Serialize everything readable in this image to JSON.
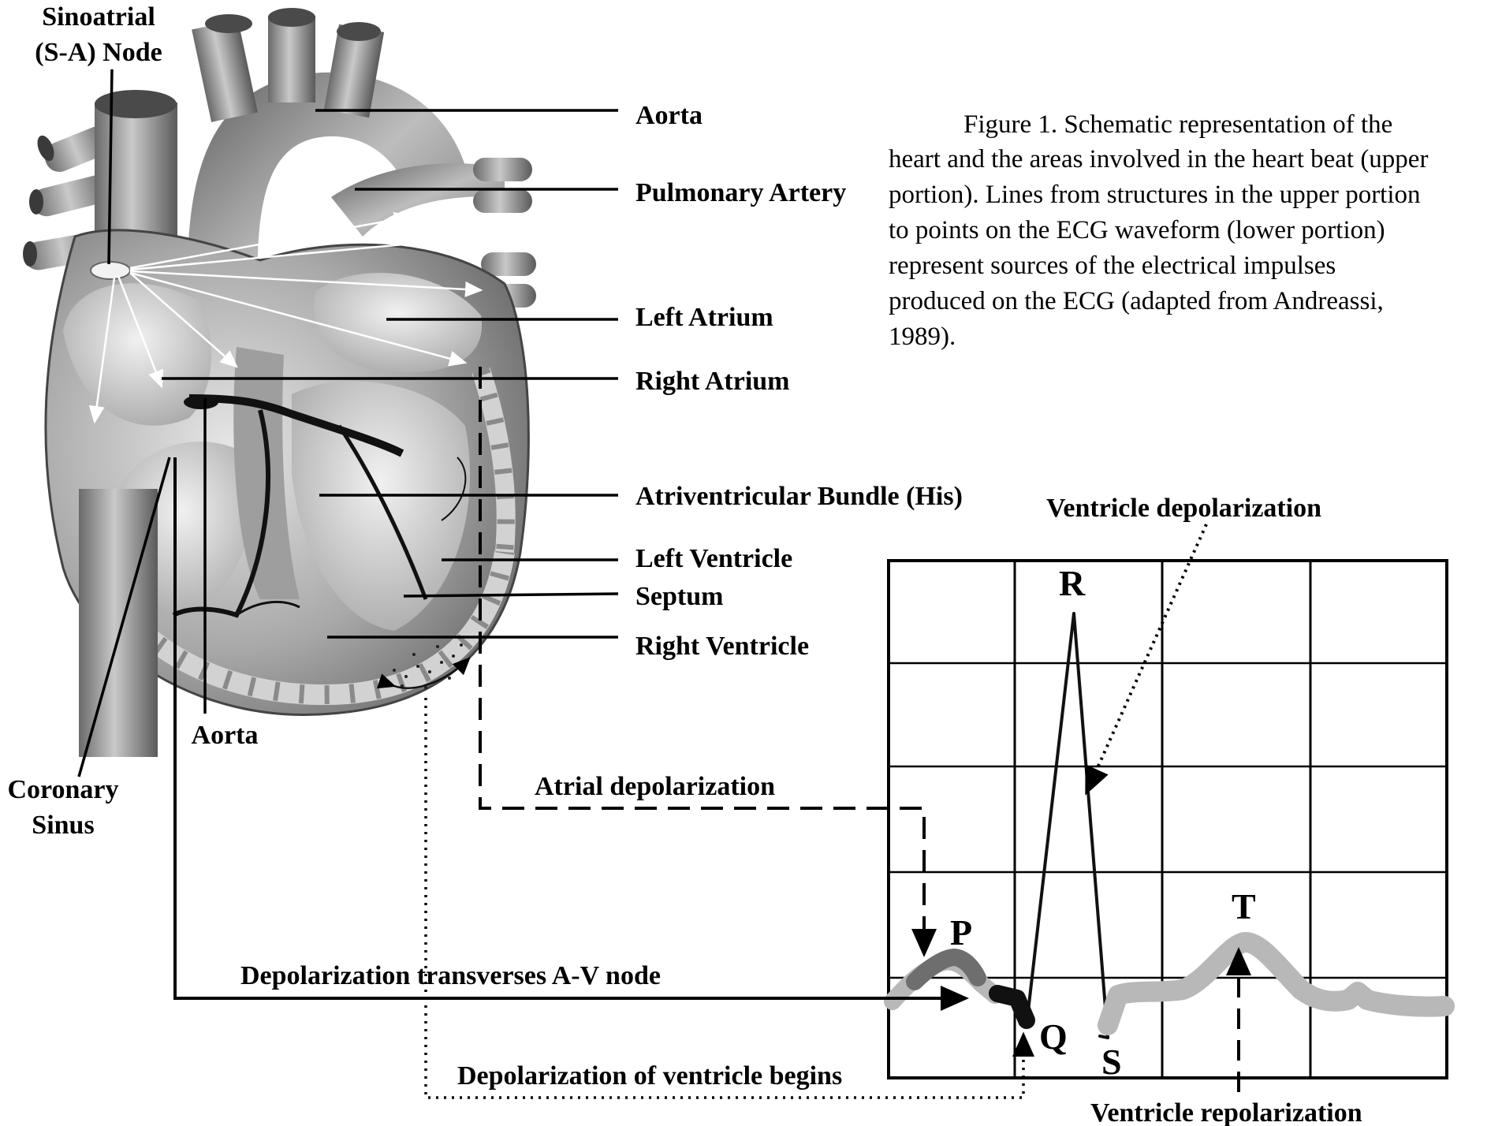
{
  "heart_labels": {
    "sa_node_line1": "Sinoatrial",
    "sa_node_line2": "(S-A) Node",
    "aorta": "Aorta",
    "pulmonary_artery": "Pulmonary Artery",
    "left_atrium": "Left Atrium",
    "right_atrium": "Right Atrium",
    "av_bundle": "Atriventricular Bundle (His)",
    "left_ventricle": "Left Ventricle",
    "septum": "Septum",
    "right_ventricle": "Right Ventricle",
    "aorta_lower": "Aorta",
    "coronary_sinus_line1": "Coronary",
    "coronary_sinus_line2": "Sinus"
  },
  "caption": {
    "lines": [
      "Figure 1. Schematic representation of the",
      "heart and the areas involved in the heart beat (upper",
      "portion). Lines from structures in the upper portion",
      "to points on the ECG waveform (lower portion)",
      "represent sources of the electrical impulses",
      "produced on the ECG (adapted from Andreassi,",
      "1989)."
    ]
  },
  "annotations": {
    "ventricle_depolarization": "Ventricle depolarization",
    "atrial_depolarization": "Atrial depolarization",
    "av_node": "Depolarization transverses A-V node",
    "ventricle_begins": "Depolarization of ventricle begins",
    "ventricle_repolarization": "Ventricle repolarization"
  },
  "waveform": {
    "p": "P",
    "q": "Q",
    "r": "R",
    "s": "S",
    "t": "T"
  },
  "colors": {
    "ink": "#000000",
    "wave_gray": "#b8b8b8",
    "heart_mid": "#9a9a9a",
    "heart_dark": "#555555"
  }
}
